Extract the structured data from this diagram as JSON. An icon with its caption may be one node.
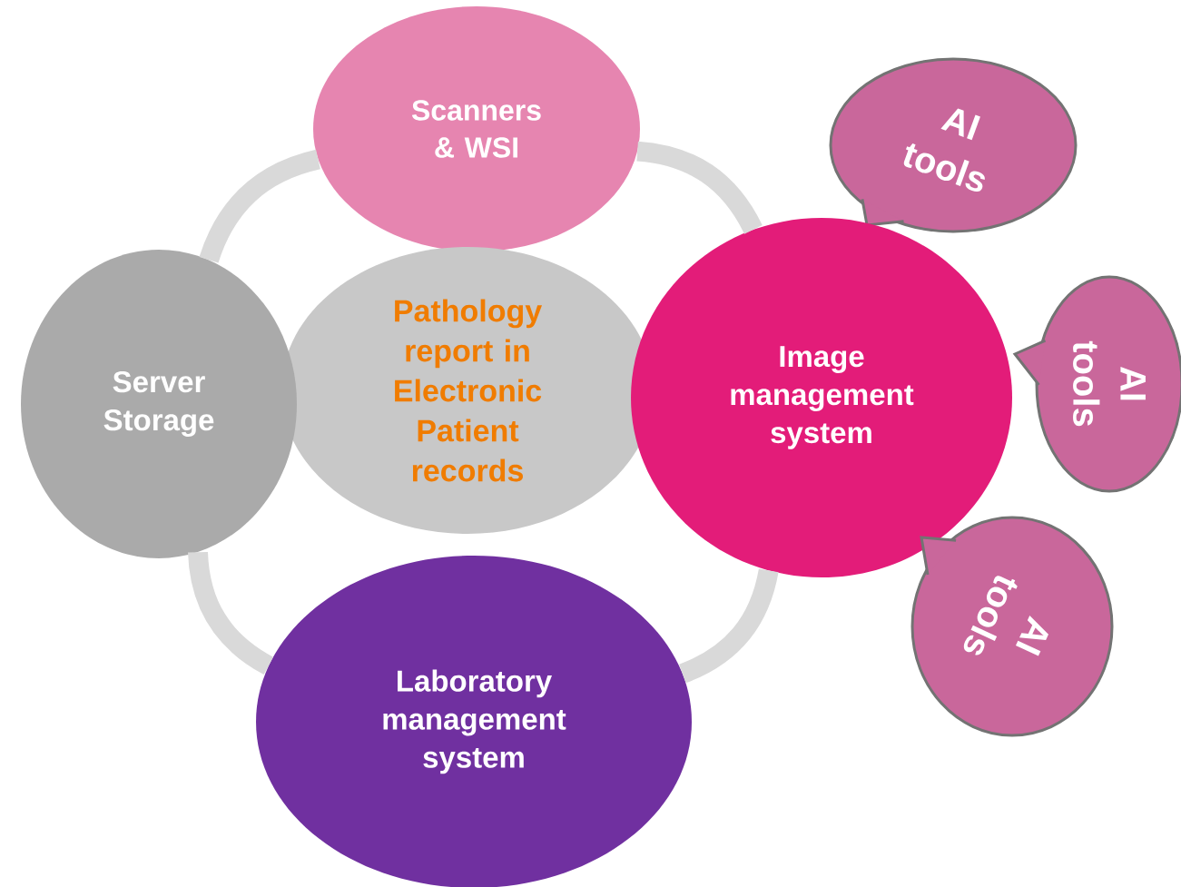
{
  "diagram": {
    "nodes": [
      {
        "text": [
          "Scanners & WSI"
        ]
      },
      {
        "text": [
          "AI tools"
        ]
      },
      {
        "text": [
          "Pathology report in Electronic Patient records"
        ]
      },
      {
        "text": [
          "Server Storage"
        ]
      },
      {
        "text": [
          "Image management system"
        ]
      },
      {
        "text": [
          "AI tools"
        ]
      },
      {
        "text": [
          "AI tools"
        ]
      },
      {
        "text": [
          "Laboratory management system"
        ]
      }
    ],
    "edges": [
      {
        "from": 0,
        "to": 4,
        "arrow": "none"
      },
      {
        "from": 4,
        "to": 7,
        "arrow": "none"
      },
      {
        "from": 7,
        "to": 3,
        "arrow": "none"
      },
      {
        "from": 3,
        "to": 0,
        "arrow": "none"
      }
    ]
  }
}
